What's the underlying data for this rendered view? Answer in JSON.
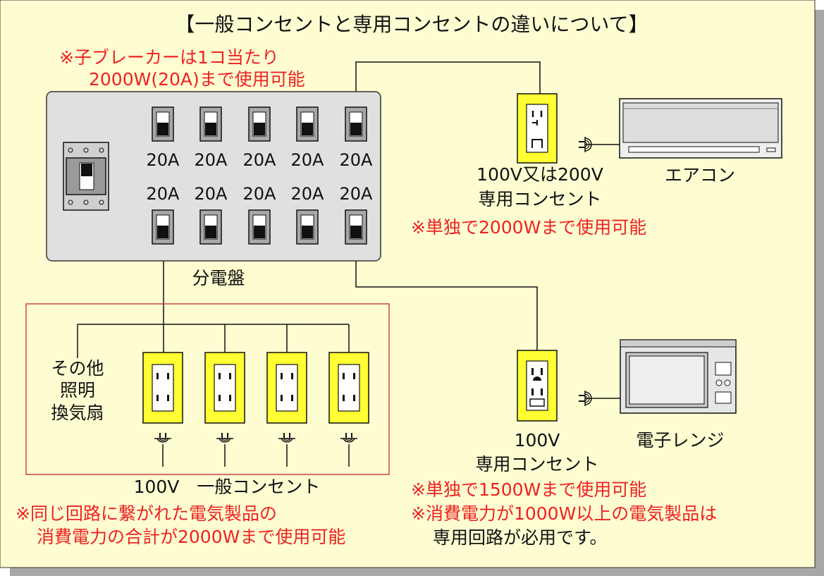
{
  "title": "【一般コンセントと専用コンセントの違いについて】",
  "panel": {
    "note_line1": "※子ブレーカーは1コ当たり",
    "note_line2": "2000W(20A)まで使用可能",
    "breaker_rating": "20A",
    "label": "分電盤"
  },
  "aircon_outlet": {
    "label_line1": "100V又は200V",
    "label_line2": "専用コンセント",
    "note": "※単独で2000Wまで使用可能"
  },
  "aircon": {
    "label": "エアコン"
  },
  "microwave_outlet": {
    "label_line1": "100V",
    "label_line2": "専用コンセント",
    "note_line1": "※単独で1500Wまで使用可能",
    "note_line2": "※消費電力が1000W以上の電気製品は",
    "note_line3": "専用回路が必用です。"
  },
  "microwave": {
    "label": "電子レンジ"
  },
  "general": {
    "other_line1": "その他",
    "other_line2": "照明",
    "other_line3": "換気扇",
    "label": "100V　一般コンセント",
    "note_line1": "※同じ回路に繋がれた電気製品の",
    "note_line2": "消費電力の合計が2000Wまで使用可能"
  },
  "colors": {
    "background": "#fefdd2",
    "shadow": "#a7a7a7",
    "panel": "#e0e0e0",
    "outlet": "#ffff33",
    "red_text": "#ee2222",
    "red_border": "#cc4444",
    "line": "#111111"
  }
}
